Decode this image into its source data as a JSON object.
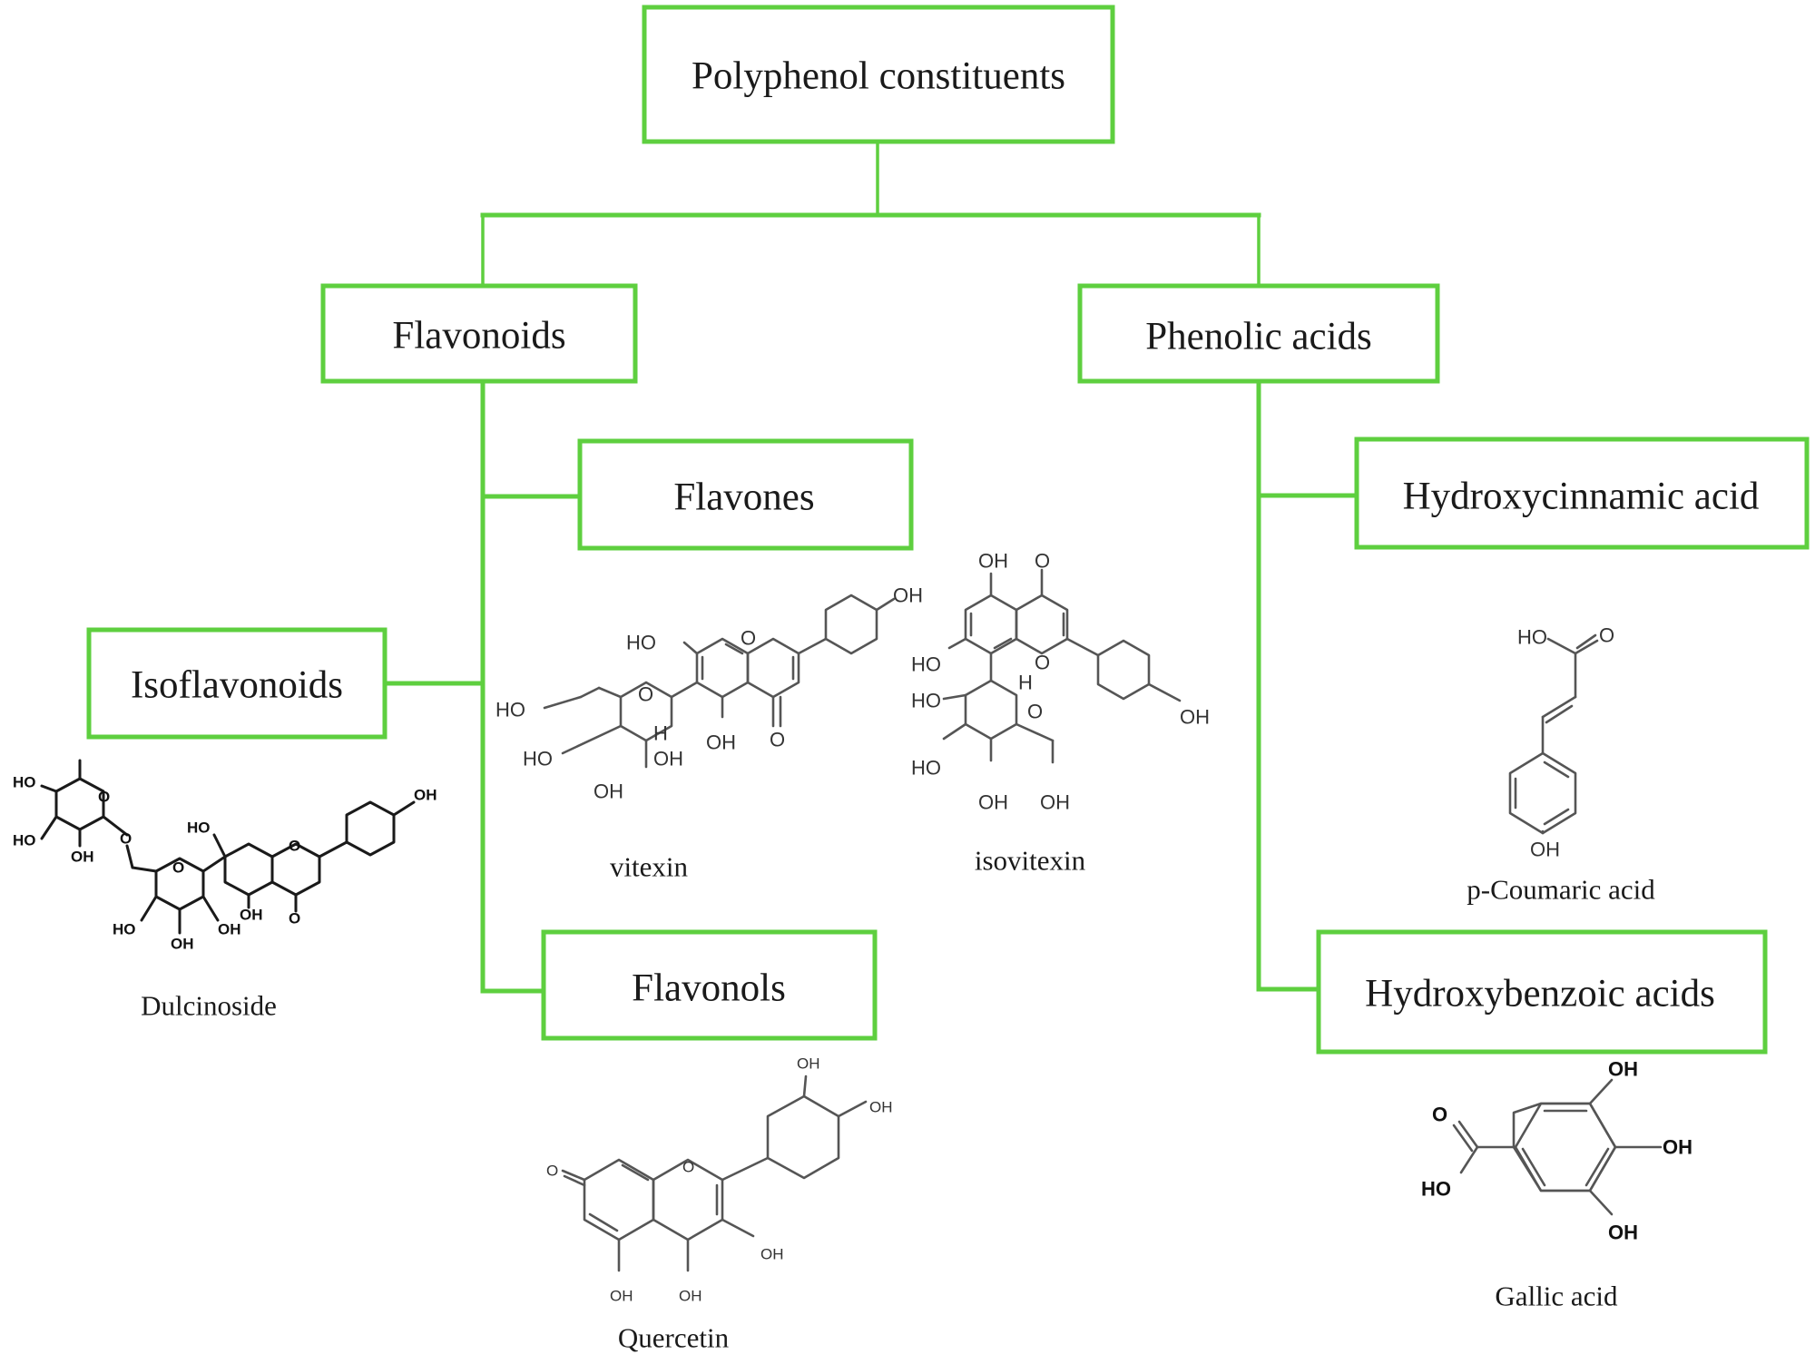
{
  "diagram": {
    "title": "Polyphenol constituents",
    "accent_color": "#5ecf3f",
    "nodes": {
      "root": {
        "label": "Polyphenol constituents"
      },
      "flavonoids": {
        "label": "Flavonoids"
      },
      "phenolic_acids": {
        "label": "Phenolic acids"
      },
      "flavones": {
        "label": "Flavones"
      },
      "isoflavonoids": {
        "label": "Isoflavonoids"
      },
      "flavonols": {
        "label": "Flavonols"
      },
      "hydroxycinnamic": {
        "label": "Hydroxycinnamic acid"
      },
      "hydroxybenzoic": {
        "label": "Hydroxybenzoic acids"
      }
    },
    "edges": [
      {
        "from": "Polyphenol constituents",
        "to": "Flavonoids"
      },
      {
        "from": "Polyphenol constituents",
        "to": "Phenolic acids"
      },
      {
        "from": "Flavonoids",
        "to": "Flavones"
      },
      {
        "from": "Flavonoids",
        "to": "Isoflavonoids"
      },
      {
        "from": "Flavonoids",
        "to": "Flavonols"
      },
      {
        "from": "Phenolic acids",
        "to": "Hydroxycinnamic acid"
      },
      {
        "from": "Phenolic acids",
        "to": "Hydroxybenzoic acids"
      }
    ],
    "compounds": {
      "vitexin": {
        "label": "vitexin",
        "group": "Flavones"
      },
      "isovitexin": {
        "label": "isovitexin",
        "group": "Flavones"
      },
      "dulcinoside": {
        "label": "Dulcinoside",
        "group": "Isoflavonoids"
      },
      "quercetin": {
        "label": "Quercetin",
        "group": "Flavonols"
      },
      "p_coumaric": {
        "label": "p-Coumaric acid",
        "group": "Hydroxycinnamic acid"
      },
      "gallic": {
        "label": "Gallic acid",
        "group": "Hydroxybenzoic acids"
      }
    },
    "atoms": {
      "oh": "OH",
      "ho": "HO",
      "o": "O",
      "h": "H"
    }
  }
}
